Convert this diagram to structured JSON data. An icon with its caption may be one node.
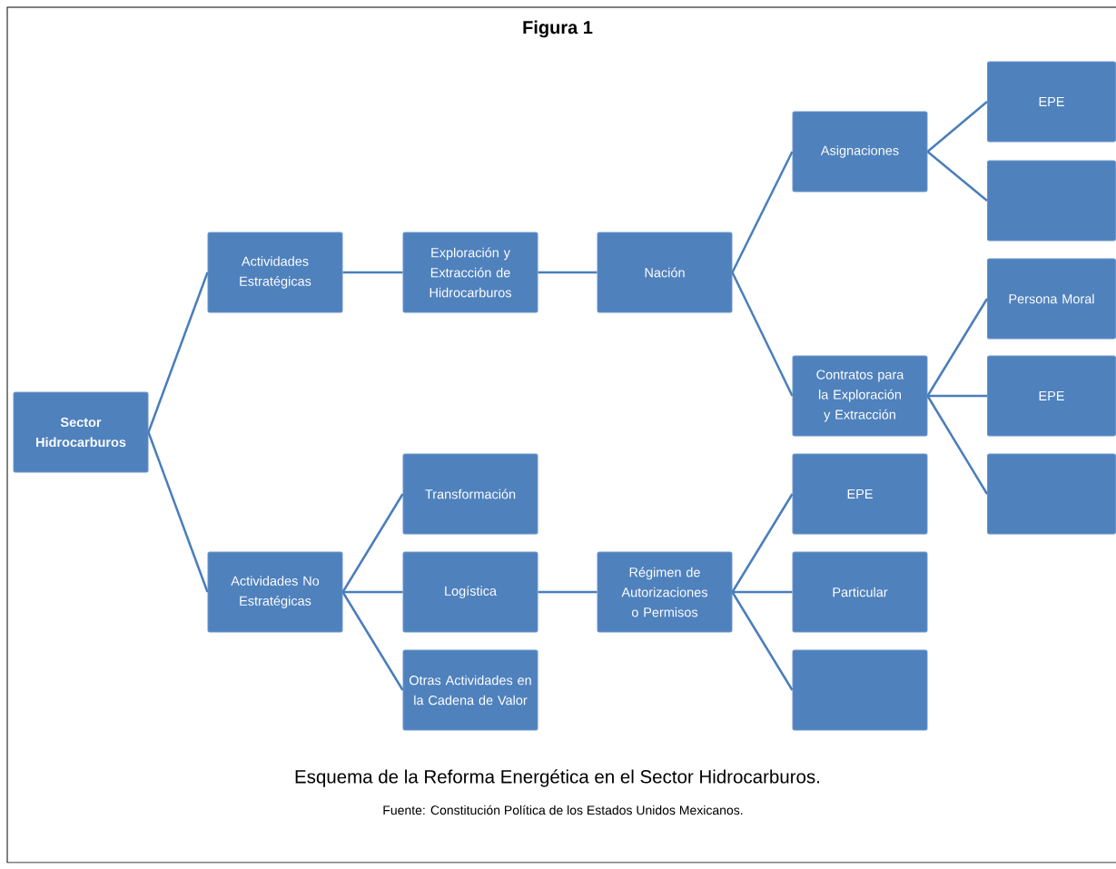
{
  "diagram": {
    "title": "Figura 1",
    "caption": "Esquema de la Reforma Energética en el Sector Hidrocarburos.",
    "nodes": [
      {
        "text": [
          "Sector Hidrocarburos"
        ]
      },
      {
        "text": [
          "Actividades Estratégicas"
        ]
      },
      {
        "text": [
          "Exploración y Extracción de Hidrocarburos"
        ]
      },
      {
        "text": [
          "Nación"
        ]
      },
      {
        "text": [
          "Asignaciones"
        ]
      },
      {
        "text": [
          "EPE"
        ]
      },
      {
        "text": [],
        "shape": "box"
      },
      {
        "text": [
          "Contratos para la Exploración y Extracción"
        ]
      },
      {
        "text": [
          "Persona Moral"
        ]
      },
      {
        "text": [
          "EPE"
        ]
      },
      {
        "text": [],
        "shape": "box"
      },
      {
        "text": [
          "Actividades No Estratégicas"
        ]
      },
      {
        "text": [
          "Transformación"
        ]
      },
      {
        "text": [
          "Logística"
        ]
      },
      {
        "text": [
          "Otras Actividades en la Cadena de Valor"
        ]
      },
      {
        "text": [
          "Régimen de Autorizaciones o Permisos"
        ]
      },
      {
        "text": [
          "EPE"
        ]
      },
      {
        "text": [
          "Particular"
        ]
      },
      {
        "text": [],
        "shape": "box"
      }
    ],
    "edges": [
      {
        "from": 0,
        "to": 1,
        "arrow": "none"
      },
      {
        "from": 0,
        "to": 11,
        "arrow": "none"
      },
      {
        "from": 1,
        "to": 2,
        "arrow": "none"
      },
      {
        "from": 2,
        "to": 3,
        "arrow": "none"
      },
      {
        "from": 3,
        "to": 4,
        "arrow": "none"
      },
      {
        "from": 3,
        "to": 7,
        "arrow": "none"
      },
      {
        "from": 4,
        "to": 5,
        "arrow": "none"
      },
      {
        "from": 4,
        "to": 6,
        "arrow": "none"
      },
      {
        "from": 7,
        "to": 8,
        "arrow": "none"
      },
      {
        "from": 7,
        "to": 9,
        "arrow": "none"
      },
      {
        "from": 7,
        "to": 10,
        "arrow": "none"
      },
      {
        "from": 11,
        "to": 12,
        "arrow": "none"
      },
      {
        "from": 11,
        "to": 13,
        "arrow": "none"
      },
      {
        "from": 11,
        "to": 14,
        "arrow": "none"
      },
      {
        "from": 13,
        "to": 15,
        "arrow": "none"
      },
      {
        "from": 15,
        "to": 16,
        "arrow": "none"
      },
      {
        "from": 15,
        "to": 17,
        "arrow": "none"
      },
      {
        "from": 15,
        "to": 18,
        "arrow": "none"
      }
    ],
    "labels": [
      "Fuente: Constitución Política de los Estados Unidos Mexicanos."
    ]
  }
}
